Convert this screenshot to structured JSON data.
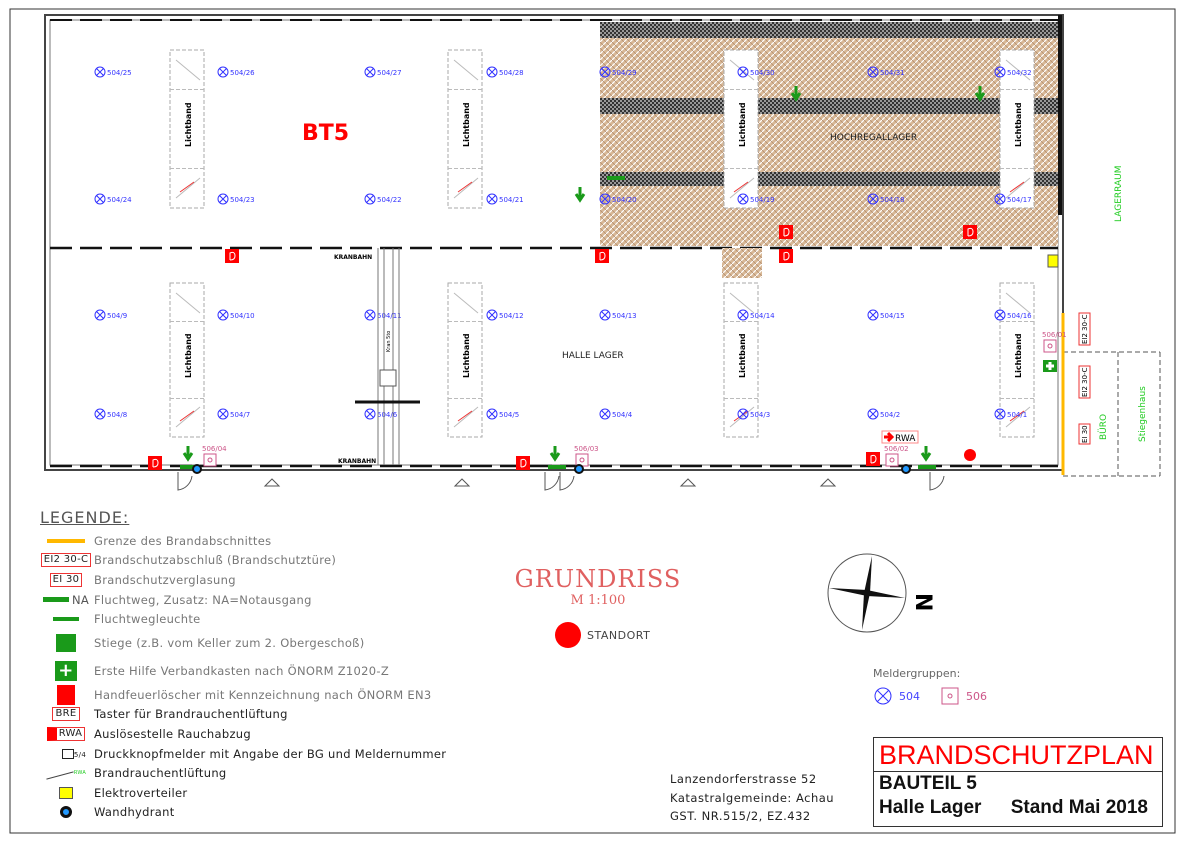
{
  "plan": {
    "building_label": "BT5",
    "hall_label": "HALLE LAGER",
    "rack_label": "HOCHREGALLAGER",
    "crane_label": "KRANBAHN",
    "crane_unit_label": "Kran 5to",
    "skylight_label": "Lichtband",
    "lagerraum_label": "LAGERRAUM",
    "buero_label": "BÜRO",
    "stiegenhaus_label": "Stiegenhaus",
    "door_rating": "EI2 30-C",
    "glazing_rating": "EI 30",
    "rwa_label": "RWA",
    "detector_rows": [
      [
        "504/25",
        "504/26",
        "504/27",
        "504/28",
        "504/29",
        "504/30",
        "504/31",
        "504/32"
      ],
      [
        "504/24",
        "504/23",
        "504/22",
        "504/21",
        "504/20",
        "504/19",
        "504/18",
        "504/17"
      ],
      [
        "504/9",
        "504/10",
        "504/11",
        "504/12",
        "504/13",
        "504/14",
        "504/15",
        "504/16"
      ],
      [
        "504/8",
        "504/7",
        "504/6",
        "504/5",
        "504/4",
        "504/3",
        "504/2",
        "504/1"
      ]
    ],
    "call_points": [
      "506/04",
      "506/03",
      "506/02",
      "506/01"
    ]
  },
  "legend": {
    "title": "LEGENDE:",
    "items": [
      {
        "symbol": "",
        "text": "Grenze des Brandabschnittes"
      },
      {
        "symbol": "EI2 30-C",
        "text": "Brandschutzabschluß (Brandschutztüre)"
      },
      {
        "symbol": "EI 30",
        "text": "Brandschutzverglasung"
      },
      {
        "symbol": "NA",
        "text": "Fluchtweg, Zusatz: NA=Notausgang"
      },
      {
        "symbol": "",
        "text": "Fluchtwegleuchte"
      },
      {
        "symbol": "",
        "text": "Stiege (z.B. vom Keller zum 2. Obergeschoß)"
      },
      {
        "symbol": "",
        "text": "Erste Hilfe Verbandkasten nach ÖNORM Z1020-Z"
      },
      {
        "symbol": "",
        "text": "Handfeuerlöscher mit Kennzeichnung nach ÖNORM EN3"
      },
      {
        "symbol": "BRE",
        "text": "Taster für Brandrauchentlüftung"
      },
      {
        "symbol": "RWA",
        "text": "Auslösestelle  Rauchabzug"
      },
      {
        "symbol": "5/4",
        "text": "Druckknopfmelder mit Angabe der BG und Meldernummer"
      },
      {
        "symbol": "RWA",
        "text": "Brandrauchentlüftung"
      },
      {
        "symbol": "",
        "text": "Elektroverteiler"
      },
      {
        "symbol": "",
        "text": "Wandhydrant"
      }
    ]
  },
  "grundriss": {
    "title": "GRUNDRISS",
    "scale": "M 1:100",
    "standort": "STANDORT"
  },
  "compass": {
    "north": "N"
  },
  "meldergruppen": {
    "title": "Meldergruppen:",
    "group1": "504",
    "group2": "506"
  },
  "address": {
    "street": "Lanzendorferstrasse 52",
    "katastral": "Katastralgemeinde: Achau",
    "gst": "GST. NR.515/2,    EZ.432"
  },
  "titleblock": {
    "title": "BRANDSCHUTZPLAN",
    "bauteil": "BAUTEIL 5",
    "name": "Halle Lager",
    "stand": "Stand Mai 2018"
  },
  "colors": {
    "fire_red": "#ff0000",
    "escape_green": "#1a9a1a",
    "detector_blue": "#3333ff",
    "callpoint_pink": "#cc5588",
    "boundary": "#ffb800"
  }
}
